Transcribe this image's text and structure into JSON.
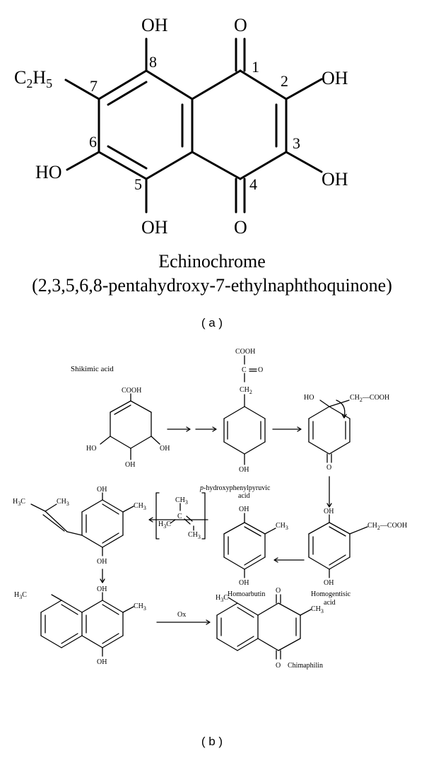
{
  "panel_a": {
    "label": "( a )",
    "compound_name": "Echinochrome",
    "compound_iupac": "(2,3,5,6,8-pentahydroxy-7-ethylnaphthoquinone)",
    "substituents": {
      "oh_top": "OH",
      "o_top": "O",
      "oh_right_top": "OH",
      "oh_right_bottom": "OH",
      "o_bottom": "O",
      "oh_bottom": "OH",
      "ho_left": "HO",
      "ethyl_main": "C",
      "ethyl_sub1": "2",
      "ethyl_h": "H",
      "ethyl_sub2": "5"
    },
    "position_numbers": [
      "1",
      "2",
      "3",
      "4",
      "5",
      "6",
      "7",
      "8"
    ]
  },
  "panel_b": {
    "label": "( b )",
    "shikimic_acid": {
      "name": "Shikimic acid",
      "cooh": "COOH",
      "ho1": "HO",
      "oh1": "OH",
      "oh2": "OH"
    },
    "pyruvic": {
      "cooh": "COOH",
      "keto_c": "C",
      "keto_o": "O",
      "ch2": "CH",
      "ch2_sub": "2",
      "oh": "OH",
      "name_italic": "p",
      "name_rest": "-hydroxyphenylpyruvic",
      "name_line2": "acid"
    },
    "intermediate": {
      "ho": "HO",
      "ch2": "CH",
      "ch2_sub": "2",
      "cooh": "COOH",
      "o": "O"
    },
    "homogentisic": {
      "oh_top": "OH",
      "ch2": "CH",
      "ch2_sub": "2",
      "cooh": "COOH",
      "oh_bottom": "OH",
      "name_line1": "Homogentisic",
      "name_line2": "acid"
    },
    "homoarbutin": {
      "oh_top": "OH",
      "ch3": "CH",
      "ch3_sub": "3",
      "oh_bottom": "OH",
      "name": "Homoarbutin"
    },
    "prenyl": {
      "h3c": "H",
      "h3c_sub": "3",
      "h3c_c": "C",
      "c": "C",
      "ch3a": "CH",
      "ch3a_sub": "3",
      "ch3b": "CH",
      "ch3b_sub": "3"
    },
    "prenylated": {
      "h3c": "H",
      "h3c_sub": "3",
      "h3c_c": "C",
      "ch3a": "CH",
      "ch3a_sub": "3",
      "oh_top": "OH",
      "ch3b": "CH",
      "ch3b_sub": "3",
      "oh_bottom": "OH"
    },
    "naphthol": {
      "oh_top": "OH",
      "h3c": "H",
      "h3c_sub": "3",
      "h3c_c": "C",
      "ch3": "CH",
      "ch3_sub": "3",
      "oh_bottom": "OH"
    },
    "ox_label": "Ox",
    "chimaphilin": {
      "o_top": "O",
      "h3c": "H",
      "h3c_sub": "3",
      "h3c_c": "C",
      "ch3": "CH",
      "ch3_sub": "3",
      "o_bottom": "O",
      "name": "Chimaphilin"
    }
  }
}
